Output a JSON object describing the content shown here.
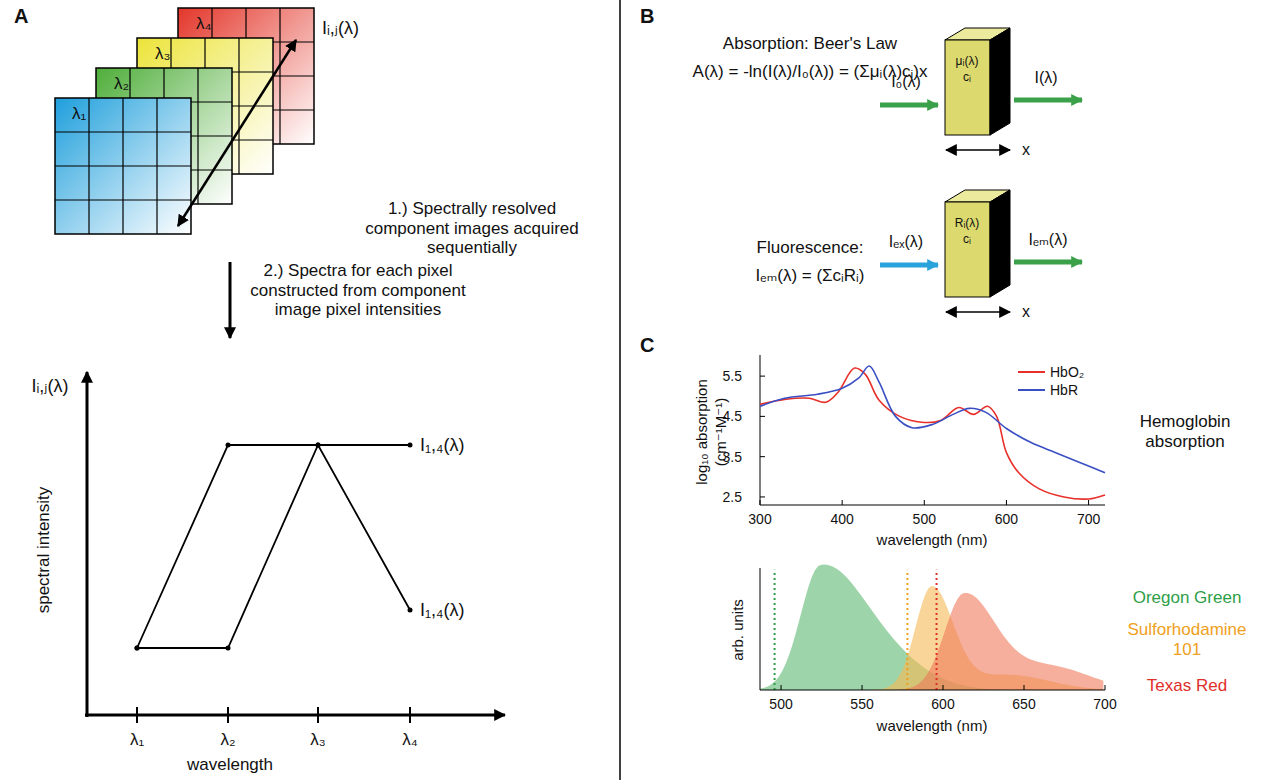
{
  "diagram": {
    "labels": [
      "A",
      "λ₄",
      "λ₃",
      "λ₂",
      "λ₁",
      "Iᵢ,ⱼ(λ)",
      "1.) Spectrally resolved component images acquired sequentially",
      "2.) Spectra for each pixel constructed from component image pixel intensities",
      "Iᵢ,ⱼ(λ)",
      "spectral intensity",
      "I₁,₄(λ)",
      "I₁,₄(λ)",
      "λ₁",
      "λ₂",
      "λ₃",
      "λ₄",
      "wavelength",
      "B",
      "Absorption: Beer's Law",
      "A(λ) = -ln(I(λ)/I₀(λ)) = (Σμᵢ(λ)cᵢ)x",
      "I₀(λ)",
      "μᵢ(λ)",
      "cᵢ",
      "I(λ)",
      "x",
      "Fluorescence:",
      "Iₑₘ(λ) = (ΣcᵢRᵢ)",
      "Iₑₓ(λ)",
      "Rᵢ(λ)",
      "cᵢ",
      "Iₑₘ(λ)",
      "x",
      "C",
      "log₁₀ absorption",
      "(cm⁻¹M⁻¹)",
      "5.5",
      "4.5",
      "3.5",
      "2.5",
      "300",
      "400",
      "500",
      "600",
      "700",
      "wavelength (nm)",
      "Hemoglobin absorption",
      "arb. units",
      "500",
      "550",
      "600",
      "650",
      "700",
      "wavelength (nm)",
      "Oregon Green",
      "Sulforhodamine 101",
      "Texas Red"
    ],
    "legend": [
      {
        "text": "HbO₂"
      },
      {
        "text": "HbR"
      }
    ]
  }
}
